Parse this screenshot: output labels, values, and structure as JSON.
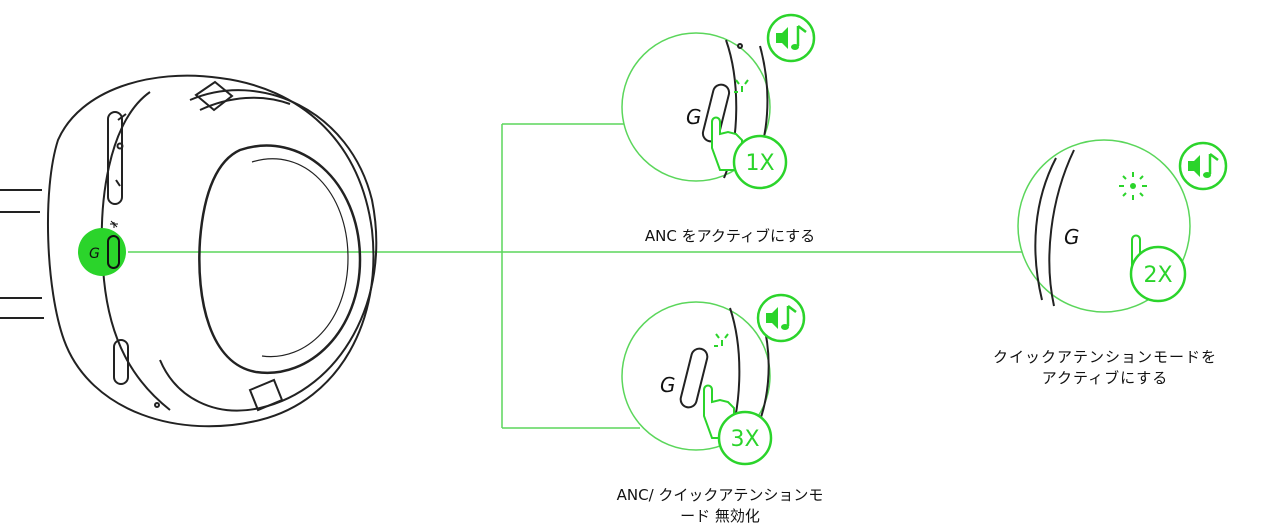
{
  "diagram": {
    "accent_color": "#2bd42b",
    "line_color": "#5bd65b",
    "labels": {
      "activate_anc": "ANC をアクティブにする",
      "disable_anc_quick": "ANC/ クイックアテンションモ\nード 無効化",
      "activate_quick_attention": "クイックアテンションモードを\nアクティブにする"
    },
    "badges": {
      "press_once": "1X",
      "press_twice": "2X",
      "press_thrice": "3X"
    },
    "icons": {
      "headset": "headset-earcup-icon",
      "anc_button": "anc-button-icon",
      "sound_notification": "speaker-music-note-icon",
      "finger_press": "finger-press-icon",
      "led": "led-blink-icon"
    }
  }
}
